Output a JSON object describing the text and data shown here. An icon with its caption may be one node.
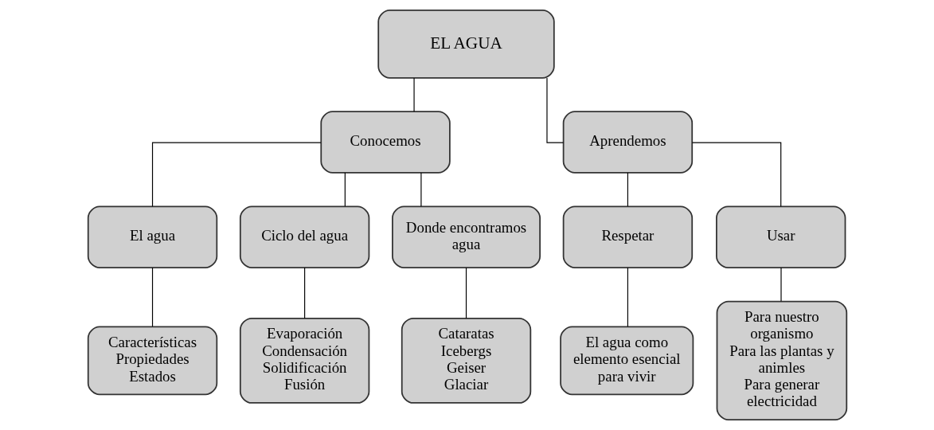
{
  "diagram": {
    "nodes": [
      {
        "text": [
          "EL AGUA"
        ]
      },
      {
        "text": [
          "Conocemos"
        ]
      },
      {
        "text": [
          "Aprendemos"
        ]
      },
      {
        "text": [
          "El agua"
        ]
      },
      {
        "text": [
          "Ciclo del agua"
        ]
      },
      {
        "text": [
          "Donde encontramos agua"
        ]
      },
      {
        "text": [
          "Respetar"
        ]
      },
      {
        "text": [
          "Usar"
        ]
      },
      {
        "text": [
          "Características",
          "Propiedades",
          "Estados"
        ]
      },
      {
        "text": [
          "Evaporación",
          "Condensación",
          "Solidificación",
          "Fusión"
        ]
      },
      {
        "text": [
          "Cataratas",
          "Icebergs",
          "Geiser",
          "Glaciar"
        ]
      },
      {
        "text": [
          "El agua como elemento esencial para vivir"
        ]
      },
      {
        "text": [
          "Para nuestro organismo",
          "Para las plantas y animles",
          "Para generar electricidad"
        ]
      }
    ],
    "edges": [
      {
        "from": 0,
        "to": 1,
        "arrow": "none"
      },
      {
        "from": 0,
        "to": 2,
        "arrow": "none"
      },
      {
        "from": 1,
        "to": 3,
        "arrow": "none"
      },
      {
        "from": 1,
        "to": 4,
        "arrow": "none"
      },
      {
        "from": 1,
        "to": 5,
        "arrow": "none"
      },
      {
        "from": 2,
        "to": 6,
        "arrow": "none"
      },
      {
        "from": 2,
        "to": 7,
        "arrow": "none"
      },
      {
        "from": 3,
        "to": 8,
        "arrow": "none"
      },
      {
        "from": 4,
        "to": 9,
        "arrow": "none"
      },
      {
        "from": 5,
        "to": 10,
        "arrow": "none"
      },
      {
        "from": 6,
        "to": 11,
        "arrow": "none"
      },
      {
        "from": 7,
        "to": 12,
        "arrow": "none"
      }
    ]
  }
}
